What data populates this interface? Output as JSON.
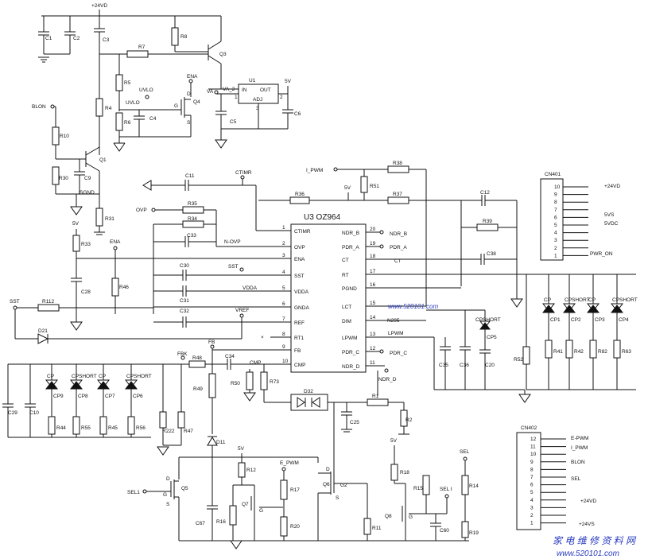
{
  "supply": {
    "v24": "+24VD",
    "v5": "5V"
  },
  "top": {
    "C1": "C1",
    "C2": "C2",
    "C3": "C3",
    "R8": "R8",
    "R7": "R7",
    "Q3": "Q3",
    "R5": "R5",
    "ENA": "ENA",
    "UVLO_a": "UVLO",
    "UVLO_b": "UVLO",
    "Q4": "Q4",
    "G": "G",
    "D": "D",
    "S": "S",
    "C4": "C4",
    "R6": "R6",
    "R4": "R4",
    "BLON": "BLON",
    "R10": "R10",
    "VA": "VA",
    "VA2": "VA_2",
    "U1": "U1",
    "IN": "IN",
    "OUT": "OUT",
    "ADJ": "ADJ",
    "p1": "1",
    "p2": "2",
    "p3": "3",
    "C5": "C5",
    "C6": "C6",
    "Q1": "Q1",
    "R30": "R30",
    "C9": "C9",
    "SGND": "SGND",
    "R31": "R31"
  },
  "ic": {
    "title": "U3 OZ964",
    "left": [
      {
        "n": "1",
        "l": "CTIMR"
      },
      {
        "n": "2",
        "l": "OVP"
      },
      {
        "n": "3",
        "l": "ENA"
      },
      {
        "n": "4",
        "l": "SST"
      },
      {
        "n": "5",
        "l": "VDDA"
      },
      {
        "n": "6",
        "l": "GNDA"
      },
      {
        "n": "7",
        "l": "REF"
      },
      {
        "n": "8",
        "l": "RT1"
      },
      {
        "n": "9",
        "l": "FB"
      },
      {
        "n": "10",
        "l": "CMP"
      }
    ],
    "right": [
      {
        "n": "20",
        "l": "NDR_B"
      },
      {
        "n": "19",
        "l": "PDR_A"
      },
      {
        "n": "18",
        "l": "CT"
      },
      {
        "n": "17",
        "l": "RT"
      },
      {
        "n": "16",
        "l": "PGND"
      },
      {
        "n": "15",
        "l": "LCT"
      },
      {
        "n": "14",
        "l": "DIM"
      },
      {
        "n": "13",
        "l": "LPWM"
      },
      {
        "n": "12",
        "l": "PDR_C"
      },
      {
        "n": "11",
        "l": "NDR_D"
      }
    ]
  },
  "mid": {
    "C11": "C11",
    "CTIMR": "CTIMR",
    "R36": "R36",
    "OVP": "OVP",
    "R35": "R35",
    "R34": "R34",
    "NOVP": "N-OVP",
    "C33": "C33",
    "R33": "R33",
    "ENA": "ENA",
    "C30": "C30",
    "SST": "SST",
    "R46": "R46",
    "C28": "C28",
    "VDDA": "VDDA",
    "C31": "C31",
    "SST2": "SST",
    "R112": "R112",
    "C32": "C32",
    "VREF": "VREF",
    "D21": "D21",
    "IPWM": "I_PWM",
    "R38": "R38",
    "R51": "R51",
    "R37": "R37",
    "C12": "C12",
    "R39": "R39",
    "NDRB": "NDR_B",
    "PDRA": "PDR_A",
    "CT": "CT",
    "C38": "C38",
    "N295": "N295",
    "LPWM": "LPWM",
    "PDRC": "PDR_C",
    "NDRD": "NDR_D",
    "CP5": "CP5",
    "CPSHORT": "CPSHORT",
    "C35": "C35",
    "C36": "C36",
    "C20": "C20",
    "FB": "FB",
    "FBK": "FBK",
    "R48": "R48",
    "C34": "C34",
    "CMP": "CMP",
    "R50": "R50",
    "R73": "R73",
    "D32": "D32",
    "R1": "R1",
    "C25": "C25",
    "R2": "R2"
  },
  "right": {
    "cn401": "CN401",
    "pins": [
      "10",
      "9",
      "8",
      "7",
      "6",
      "5",
      "4",
      "3",
      "2",
      "1"
    ],
    "n24": "+24VD",
    "n5vs": "5VS",
    "n5vdc": "5VDC",
    "pwron": "PWR_ON",
    "caps": [
      {
        "t": "CP",
        "n": "CP1",
        "r": "R41"
      },
      {
        "t": "CPSHORT",
        "n": "CP2",
        "r": "R42"
      },
      {
        "t": "CP",
        "n": "CP3",
        "r": "R82"
      },
      {
        "t": "CPSHORT",
        "n": "CP4",
        "r": "R63"
      }
    ],
    "R52": "R52"
  },
  "left_bank": {
    "caps": [
      {
        "t": "CP",
        "n": "CP9",
        "r": "R44"
      },
      {
        "t": "CPSHORT",
        "n": "CP8",
        "r": "R55"
      },
      {
        "t": "CP",
        "n": "CP7",
        "r": "R45"
      },
      {
        "t": "CPSHORT",
        "n": "CP6",
        "r": "R56"
      }
    ],
    "C29": "C29",
    "C10": "C10",
    "R222": "R222",
    "R47": "R47"
  },
  "bottom": {
    "R49": "R49",
    "D11": "D11",
    "Q5": "Q5",
    "SEL1": "SEL1",
    "C67": "C67",
    "R16": "R16",
    "R12": "R12",
    "Q7": "Q7",
    "EPWM": "E_PWM",
    "R17": "R17",
    "R20": "R20",
    "Q6": "Q6",
    "G2": "G2",
    "R18": "R18",
    "R15": "R15",
    "SELI": "SEL I",
    "R14": "R14",
    "R11": "R11",
    "Q8": "Q8",
    "C60": "C60",
    "R19": "R19",
    "SEL": "SEL",
    "v5": "5V"
  },
  "cn402": {
    "title": "CN402",
    "pins": [
      "12",
      "11",
      "10",
      "9",
      "8",
      "7",
      "6",
      "5",
      "4",
      "3",
      "2",
      "1"
    ],
    "n": {
      "epwm": "E-PWM",
      "ipwm": "I_PWM",
      "blon": "BLON",
      "sel": "SEL",
      "v24": "+24VD",
      "v24s": "+24VS"
    }
  },
  "watermark": {
    "line1": "家 电 维 修 资 料 网",
    "line2": "www.520101.com",
    "mid": "www.520101.com"
  }
}
